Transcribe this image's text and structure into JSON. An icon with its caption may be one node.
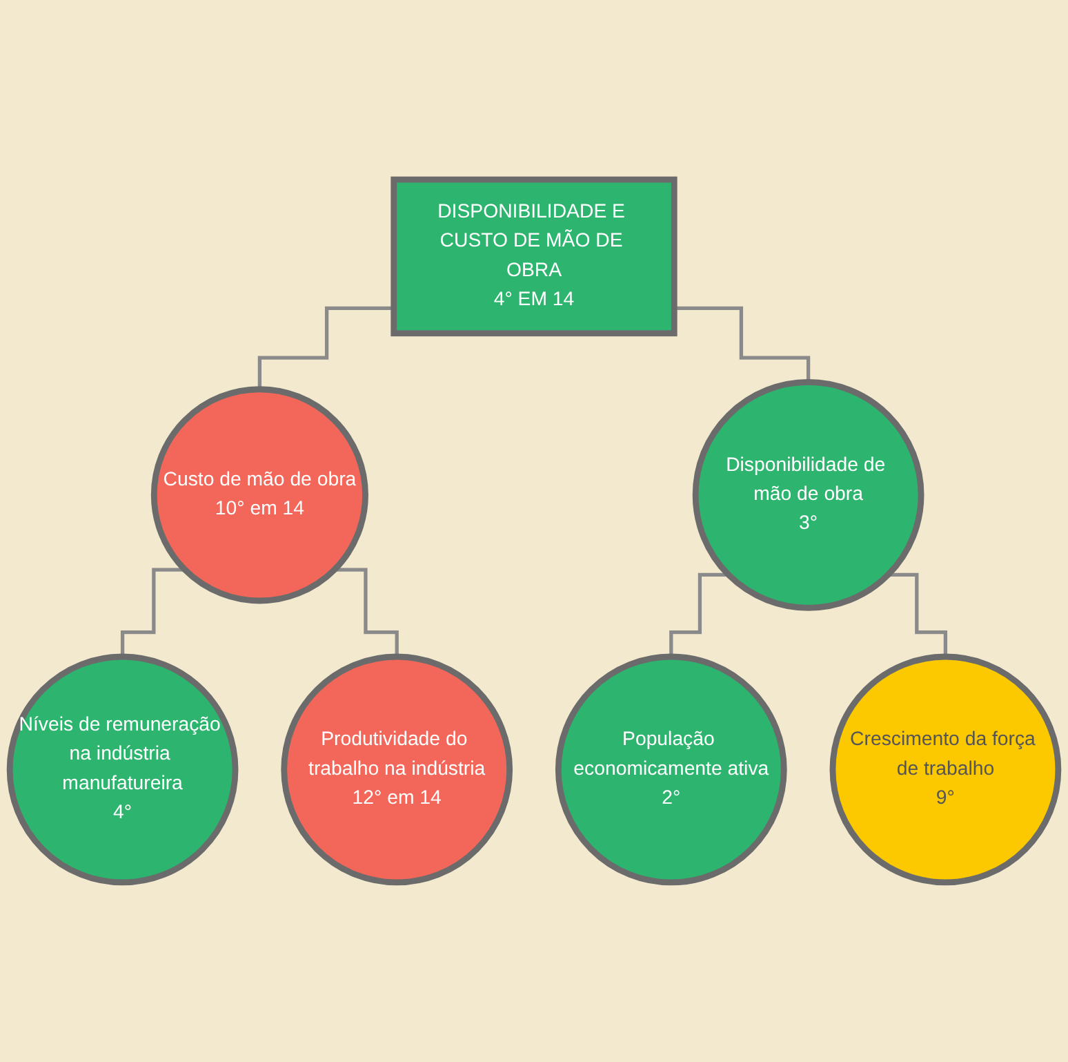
{
  "diagram": {
    "nodes": [
      {
        "text": [
          "DISPONIBILIDADE E CUSTO DE MÃO DE OBRA",
          "4° EM 14"
        ]
      },
      {
        "text": [
          "Custo de mão de obra",
          "10° em 14"
        ]
      },
      {
        "text": [
          "Disponibilidade de mão de obra",
          "3°"
        ]
      },
      {
        "text": [
          "Níveis de remuneração na indústria manufatureira",
          "4°"
        ]
      },
      {
        "text": [
          "Produtividade do trabalho na indústria",
          "12° em 14"
        ]
      },
      {
        "text": [
          "População economicamente ativa",
          "2°"
        ]
      },
      {
        "text": [
          "Crescimento da força de trabalho",
          "9°"
        ]
      }
    ],
    "edges": [
      {
        "from": 0,
        "to": 1,
        "arrow": "none"
      },
      {
        "from": 0,
        "to": 2,
        "arrow": "none"
      },
      {
        "from": 1,
        "to": 3,
        "arrow": "none"
      },
      {
        "from": 1,
        "to": 4,
        "arrow": "none"
      },
      {
        "from": 2,
        "to": 5,
        "arrow": "none"
      },
      {
        "from": 2,
        "to": 6,
        "arrow": "none"
      }
    ]
  }
}
